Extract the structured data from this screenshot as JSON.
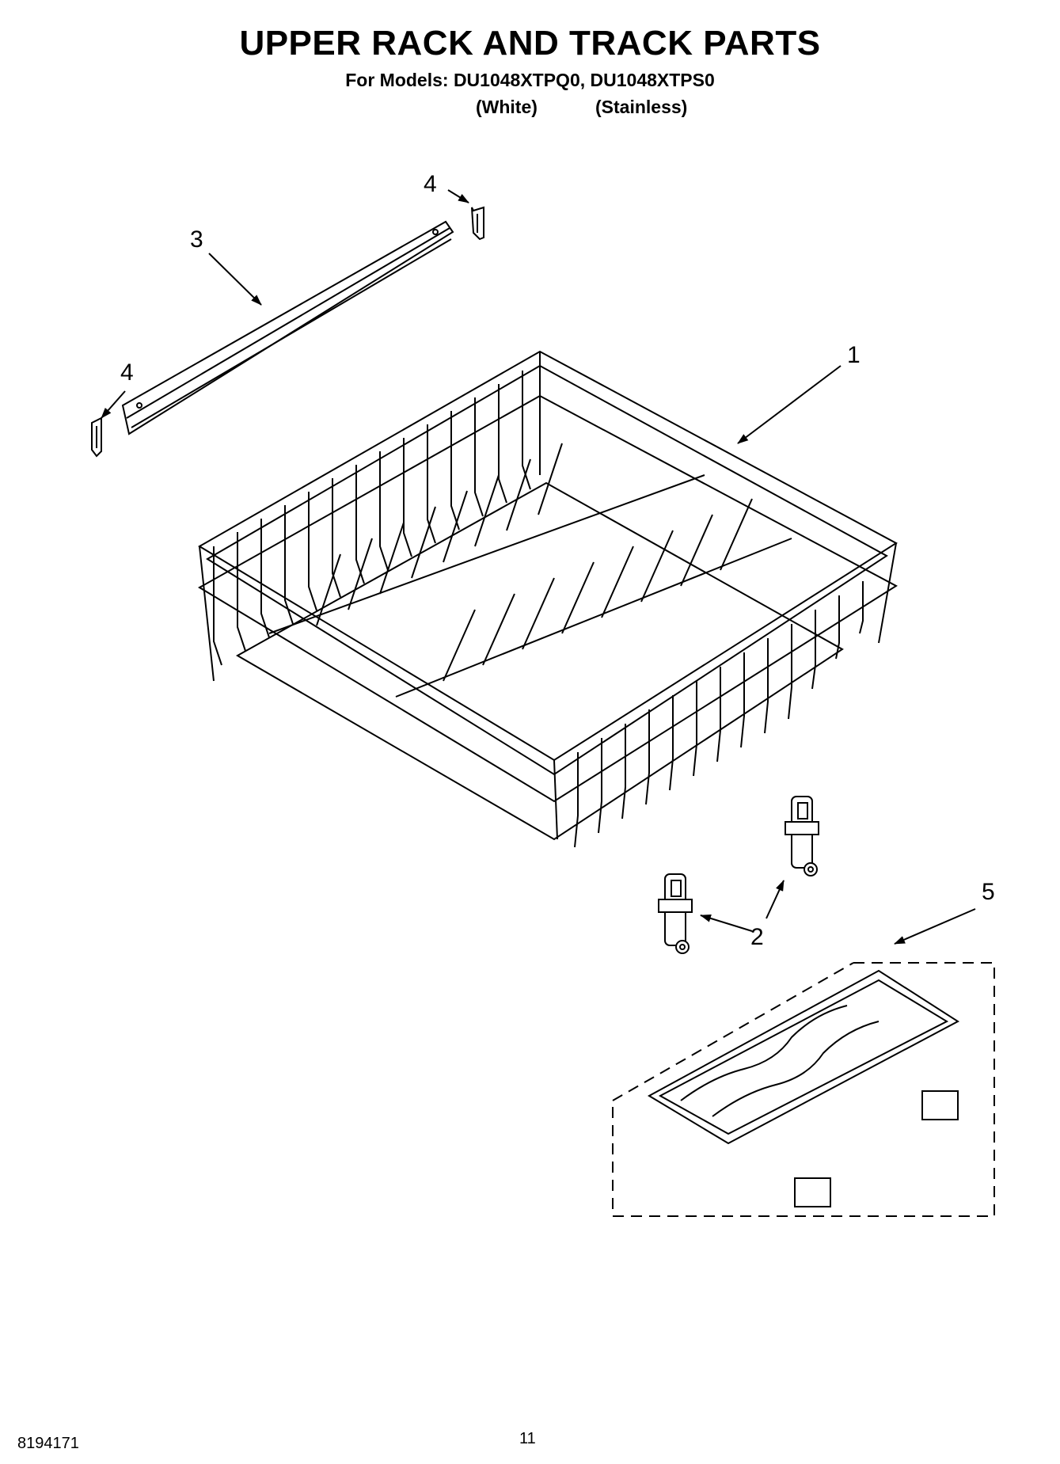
{
  "header": {
    "title": "UPPER RACK AND TRACK PARTS",
    "models_line": "For Models: DU1048XTPQ0, DU1048XTPS0",
    "variant_white": "(White)",
    "variant_stainless": "(Stainless)"
  },
  "callouts": {
    "rack": "1",
    "roller_right": "2",
    "track": "3",
    "track_stop_top": "4",
    "track_stop_left": "4",
    "tray": "5"
  },
  "footer": {
    "doc_number": "8194171",
    "page_number": "11"
  }
}
